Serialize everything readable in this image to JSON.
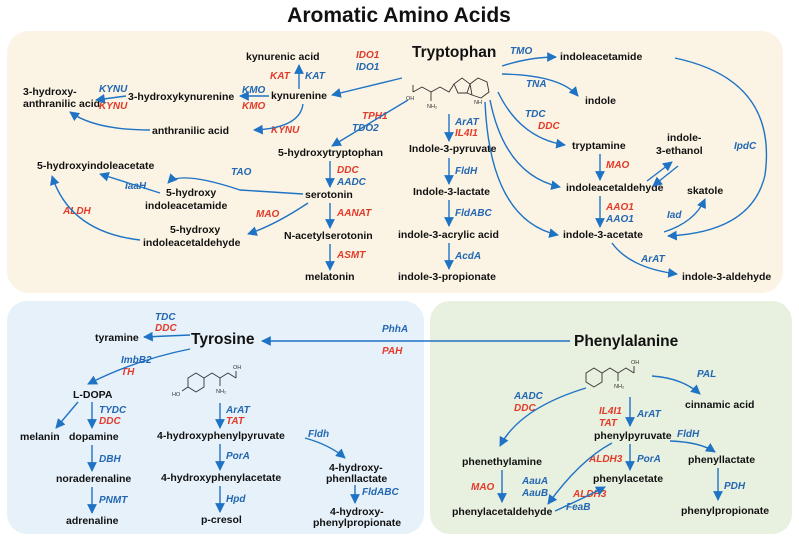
{
  "title": "Aromatic Amino Acids",
  "colors": {
    "tryptophan_panel": "#fbf4e4",
    "tyrosine_panel": "#e6f1fa",
    "phenylalanine_panel": "#e8f0df",
    "arrow": "#1f73c4",
    "enzyme_blue": "#2367b2",
    "enzyme_red": "#e23b2a"
  },
  "tryptophan": {
    "header": "Tryptophan",
    "nodes": {
      "kynurenic": "kynurenic acid",
      "kynurenine": "kynurenine",
      "hk": "3-hydroxykynurenine",
      "haa1": "3-hydroxy-",
      "haa2": "anthranilic acid",
      "anthranilic": "anthranilic acid",
      "htp": "5-hydroxytryptophan",
      "hiaa": "5-hydroxyindoleacetate",
      "hiam1": "5-hydroxy",
      "hiam2": "indoleacetamide",
      "serotonin": "serotonin",
      "hiald1": "5-hydroxy",
      "hiald2": "indoleacetaldehyde",
      "nas": "N-acetylserotonin",
      "melatonin": "melatonin",
      "ipyr": "Indole-3-pyruvate",
      "ilac": "Indole-3-lactate",
      "iacr": "indole-3-acrylic acid",
      "ipro": "indole-3-propionate",
      "iam": "indoleacetamide",
      "indole": "indole",
      "tryptamine": "tryptamine",
      "ieth1": "indole-",
      "ieth2": "3-ethanol",
      "iald": "indoleacetaldehyde",
      "skatole": "skatole",
      "iac": "indole-3-acetate",
      "ialdehyde": "indole-3-aldehyde"
    },
    "enzymes": {
      "ido1r": "IDO1",
      "ido1b": "IDO1",
      "kat_r": "KAT",
      "kat_b": "KAT",
      "kynu_b": "KYNU",
      "kynu_r": "KYNU",
      "kmo_b": "KMO",
      "kmo_r": "KMO",
      "kynu2": "KYNU",
      "tph1": "TPH1",
      "tdo2": "TDO2",
      "ddc1": "DDC",
      "aadc1": "AADC",
      "tao": "TAO",
      "iaah": "IaaH",
      "aldh": "ALDH",
      "mao1": "MAO",
      "aanat": "AANAT",
      "asmt": "ASMT",
      "arat": "ArAT",
      "il4i1": "IL4I1",
      "fldh": "FldH",
      "fldabc": "FldABC",
      "acda": "AcdA",
      "tmo": "TMO",
      "tna": "TNA",
      "tdc": "TDC",
      "ddc2": "DDC",
      "mao2": "MAO",
      "aao1r": "AAO1",
      "aao1b": "AAO1",
      "iad": "Iad",
      "ipdc": "IpdC",
      "arat2": "ArAT"
    }
  },
  "tyrosine": {
    "header": "Tyrosine",
    "nodes": {
      "tyramine": "tyramine",
      "ldopa": "L-DOPA",
      "melanin": "melanin",
      "dopamine": "dopamine",
      "noradr": "noraderenaline",
      "adrenaline": "adrenaline",
      "hpp": "4-hydroxyphenylpyruvate",
      "hpa": "4-hydroxyphenylacetate",
      "pcresol": "p-cresol",
      "hpl1": "4-hydroxy-",
      "hpl2": "phenllactate",
      "hppr1": "4-hydroxy-",
      "hppr2": "phenylpropionate"
    },
    "enzymes": {
      "tdc": "TDC",
      "ddc": "DDC",
      "imbb2": "ImbB2",
      "th": "TH",
      "tydc": "TYDC",
      "ddc2": "DDC",
      "dbh": "DBH",
      "pnmt": "PNMT",
      "arat": "ArAT",
      "tat": "TAT",
      "pora": "PorA",
      "hpd": "Hpd",
      "fldh": "Fldh",
      "fldabc": "FldABC",
      "phha": "PhhA",
      "pah": "PAH"
    }
  },
  "phenylalanine": {
    "header": "Phenylalanine",
    "nodes": {
      "cinnamic": "cinnamic acid",
      "ppyr": "phenylpyruvate",
      "pea": "phenethylamine",
      "placet": "phenylacetate",
      "plact": "phenyllactate",
      "pald": "phenylacetaldehyde",
      "pprop": "phenylpropionate"
    },
    "enzymes": {
      "pal": "PAL",
      "aadc": "AADC",
      "ddc": "DDC",
      "il4i1": "IL4I1",
      "tat": "TAT",
      "arat": "ArAT",
      "fldh": "FldH",
      "aldh3": "ALDH3",
      "pora": "PorA",
      "mao": "MAO",
      "aaua": "AauA",
      "aaub": "AauB",
      "aldh3b": "ALDH3",
      "feab": "FeaB",
      "pdh": "PDH"
    }
  },
  "structure_labels": {
    "oh": "OH",
    "nh2": "NH₂",
    "nh": "NH",
    "ho": "HO"
  }
}
